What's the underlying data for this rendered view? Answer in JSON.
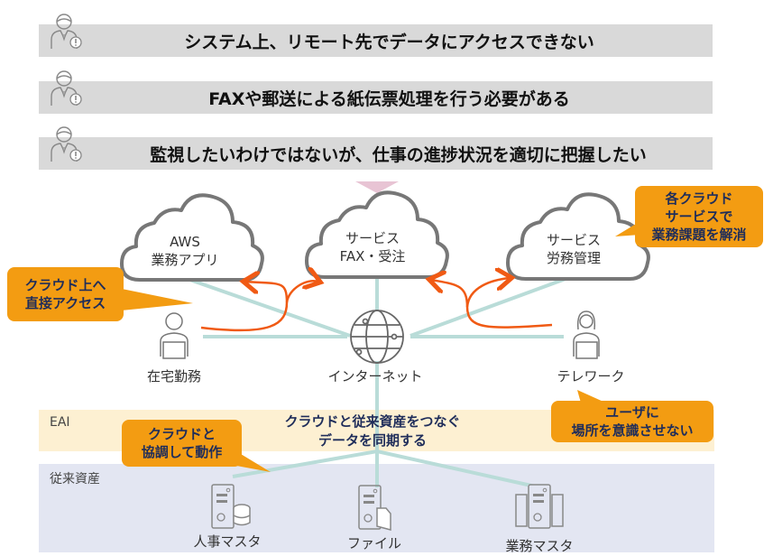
{
  "issues": [
    {
      "text": "システム上、リモート先でデータにアクセスできない",
      "icon": "worried-person-icon"
    },
    {
      "text": "FAXや郵送による紙伝票処理を行う必要がある",
      "icon": "worried-person-icon"
    },
    {
      "text": "監視したいわけではないが、仕事の進捗状況を適切に把握したい",
      "icon": "worried-person-icon"
    }
  ],
  "clouds": [
    {
      "line1": "AWS",
      "line2": "業務アプリ"
    },
    {
      "line1": "サービス",
      "line2": "FAX・受注"
    },
    {
      "line1": "サービス",
      "line2": "労務管理"
    }
  ],
  "nodes": {
    "home_work": "在宅勤務",
    "internet": "インターネット",
    "telework": "テレワーク"
  },
  "callouts": {
    "direct_access": [
      "クラウド上へ",
      "直接アクセス"
    ],
    "cloud_services": [
      "各クラウド",
      "サービスで",
      "業務課題を解消"
    ],
    "location": [
      "ユーザに",
      "場所を意識させない"
    ],
    "cooperate": [
      "クラウドと",
      "協調して動作"
    ]
  },
  "eai": {
    "label": "EAI",
    "line1": "クラウドと従来資産をつなぐ",
    "line2": "データを同期する"
  },
  "legacy": {
    "label": "従来資産",
    "items": [
      "人事マスタ",
      "ファイル",
      "業務マスタ"
    ]
  },
  "colors": {
    "bar": "#d9d9d9",
    "callout": "#f39c12",
    "arrow": "#f05a14",
    "line": "#b9dcd8",
    "eai_band": "#fdf0d2",
    "legacy_band": "#e3e6f2",
    "navy": "#1f2d5a"
  }
}
